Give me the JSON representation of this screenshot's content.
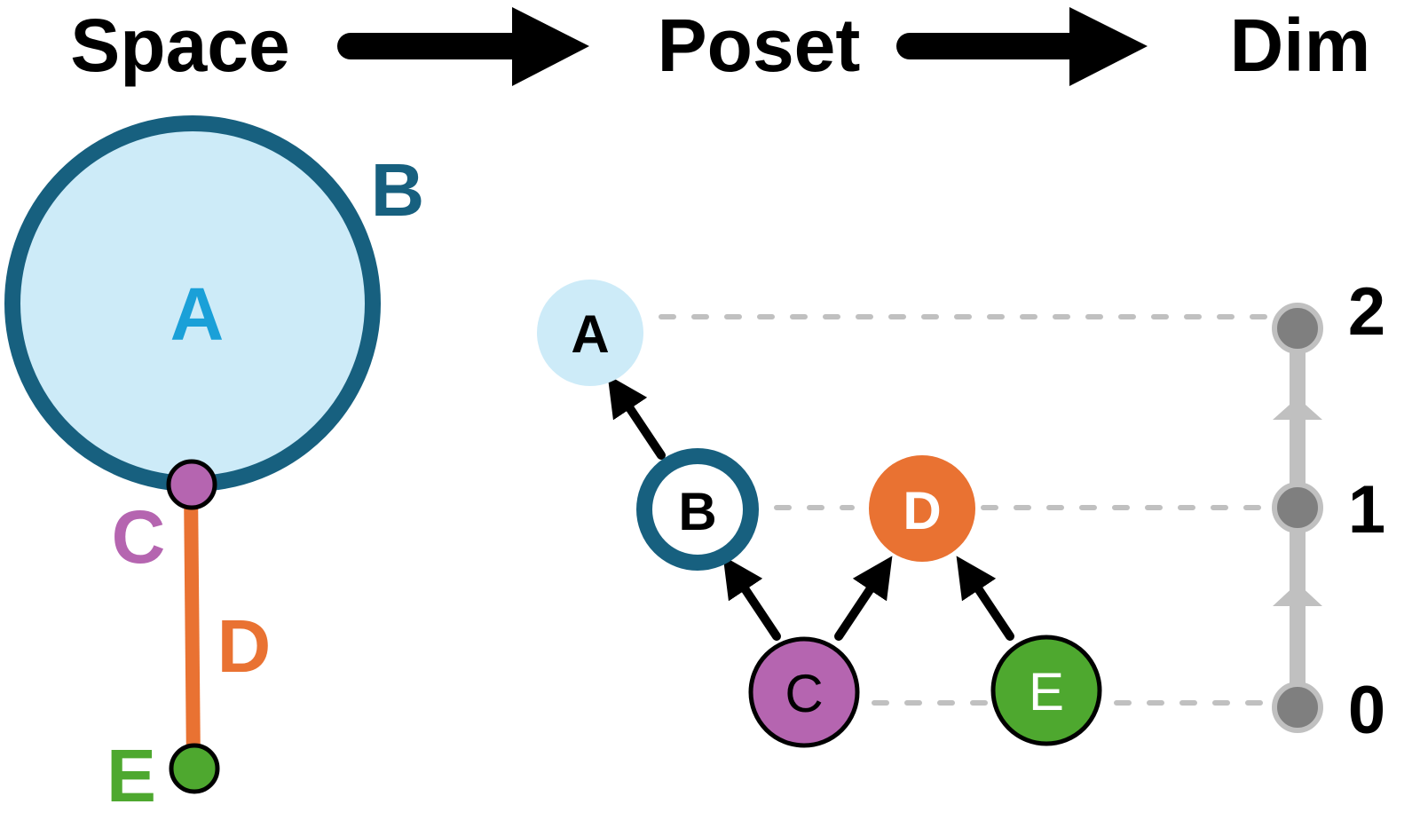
{
  "header": {
    "steps": [
      "Space",
      "Poset",
      "Dim"
    ]
  },
  "colors": {
    "A_fill": "#cdebf8",
    "A_text": "#1aa0d8",
    "B": "#17607f",
    "C": "#b565b0",
    "D": "#e97232",
    "E": "#4ea82f",
    "gray_line": "#c0c0c0",
    "gray_node": "#7f7f7f",
    "black": "#000000"
  },
  "space": {
    "labels": {
      "A": "A",
      "B": "B",
      "C": "C",
      "D": "D",
      "E": "E"
    }
  },
  "poset": {
    "nodes": [
      {
        "id": "A",
        "label": "A",
        "dim": 2
      },
      {
        "id": "B",
        "label": "B",
        "dim": 1
      },
      {
        "id": "D",
        "label": "D",
        "dim": 1
      },
      {
        "id": "C",
        "label": "C",
        "dim": 0
      },
      {
        "id": "E",
        "label": "E",
        "dim": 0
      }
    ],
    "edges": [
      {
        "from": "B",
        "to": "A"
      },
      {
        "from": "C",
        "to": "B"
      },
      {
        "from": "C",
        "to": "D"
      },
      {
        "from": "E",
        "to": "D"
      }
    ]
  },
  "dim": {
    "levels": [
      "2",
      "1",
      "0"
    ]
  }
}
